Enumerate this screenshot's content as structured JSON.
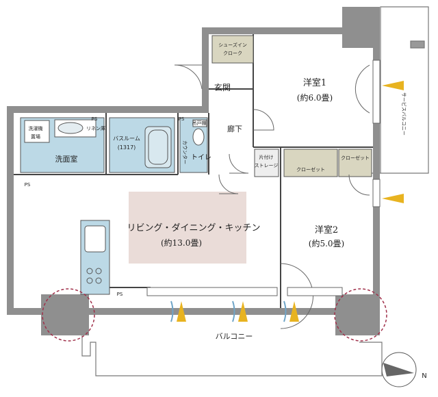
{
  "labels": {
    "shoes_closet": "シューズイン\nクローク",
    "entrance": "玄関",
    "bedroom1": "洋室1",
    "bedroom1_area": "(約6.0畳)",
    "hallway": "廊下",
    "washing_machine": "洗濯機\n置場",
    "linen": "リネン庫",
    "bathroom": "バスルーム",
    "bathroom_size": "(1317)",
    "counter": "カウンター",
    "toilet": "トイレ",
    "toilet_storage": "吊戸棚",
    "washroom": "洗面室",
    "storage": "片付け\nストレージ",
    "closet1": "クローゼット",
    "closet2": "クローゼット",
    "ldk": "リビング・ダイニング・キッチン",
    "ldk_area": "(約13.0畳)",
    "bedroom2": "洋室2",
    "bedroom2_area": "(約5.0畳)",
    "balcony": "バルコニー",
    "service_balcony": "サービスバルコニー",
    "ps": "PS",
    "north": "N"
  }
}
